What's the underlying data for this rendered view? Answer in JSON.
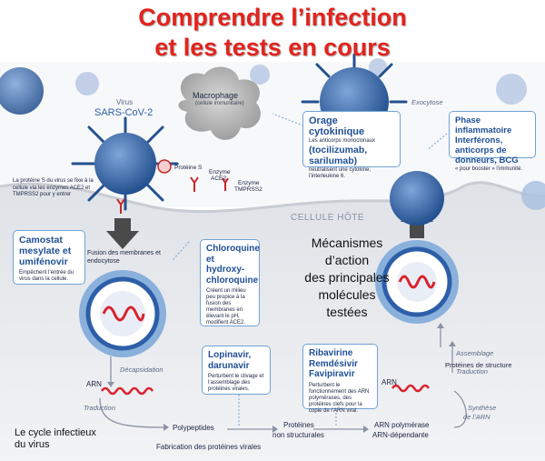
{
  "title": {
    "line1": "Comprendre l’infection",
    "line2": "et les tests en cours"
  },
  "labels": {
    "virus": "Virus",
    "virus_name": "SARS-CoV-2",
    "macrophage": "Macrophage",
    "macrophage_sub": "(cellule immunitaire)",
    "exocytose": "Exocytose",
    "cellule_hote": "CELLULE HÔTE",
    "proteine_s": "Protéine S",
    "enzyme_ace2_1": "Enzyme",
    "enzyme_ace2_2": "ACE2",
    "enzyme_tmprss2_1": "Enzyme",
    "enzyme_tmprss2_2": "TMPRSS2",
    "proteine_s_note": "La protéine S du virus se fixe à la cellule via les enzymes ACE2 et TMPRSS2 pour y entrer",
    "fusion": "Fusion des membranes et endocytose",
    "mecanismes": [
      "Mécanismes",
      "d’action",
      "des principales",
      "molécules",
      "testées"
    ],
    "decapsidation": "Décapsidation",
    "arn_left": "ARN",
    "arn_right": "ARN",
    "traduction_left": "Traduction",
    "traduction_right": "Traduction",
    "assemblage": "Assemblage",
    "proteines_structure": "Protéines de structure",
    "synthese_1": "Synthèse",
    "synthese_2": "de l’ARN",
    "polypeptides": "Polypeptides",
    "proteines_non_1": "Protéines",
    "proteines_non_2": "non structurales",
    "arn_polymerase_1": "ARN polymérase",
    "arn_polymerase_2": "ARN-dépendante",
    "fabrication": "Fabrication des protéines virales",
    "cycle_1": "Le cycle infectieux",
    "cycle_2": "du virus"
  },
  "boxes": {
    "orage": {
      "title": "Orage cytokinique",
      "line1": "Les anticorps monoclonaux",
      "drug": "(tocilizumab, sarilumab)",
      "text": "neutralisent une cytokine, l’interleukine 6."
    },
    "phase": {
      "title": "Phase inflammatoire",
      "drug": "Interférons, anticorps de donneurs, BCG",
      "text": "« pour booster » l’immunité."
    },
    "camostat": {
      "title": "Camostat mesylate et umifénovir",
      "text": "Empêchent l’entrée du virus dans la cellule."
    },
    "chloroquine": {
      "title": "Chloroquine et hydroxy-chloroquine",
      "text": "Créent un milieu peu propice à la fusion des membranes en élevant le pH, modifient ACE2."
    },
    "lopinavir": {
      "title": "Lopinavir, darunavir",
      "text": "Perturbent le clivage et l’assemblage des protéines virales."
    },
    "ribavirine": {
      "title": "Ribavirine Remdésivir Favipiravir",
      "text": "Perturbent le fonctionnement des ARN polymérases, des protéines clefs pour la copie de l’ARN viral."
    }
  },
  "colors": {
    "title": "#e3231c",
    "box_border": "#6fa3d6",
    "box_title": "#1f4f95",
    "virus": "#2d5fa8",
    "rna": "#d9232e",
    "cell": "#e9ebef"
  }
}
